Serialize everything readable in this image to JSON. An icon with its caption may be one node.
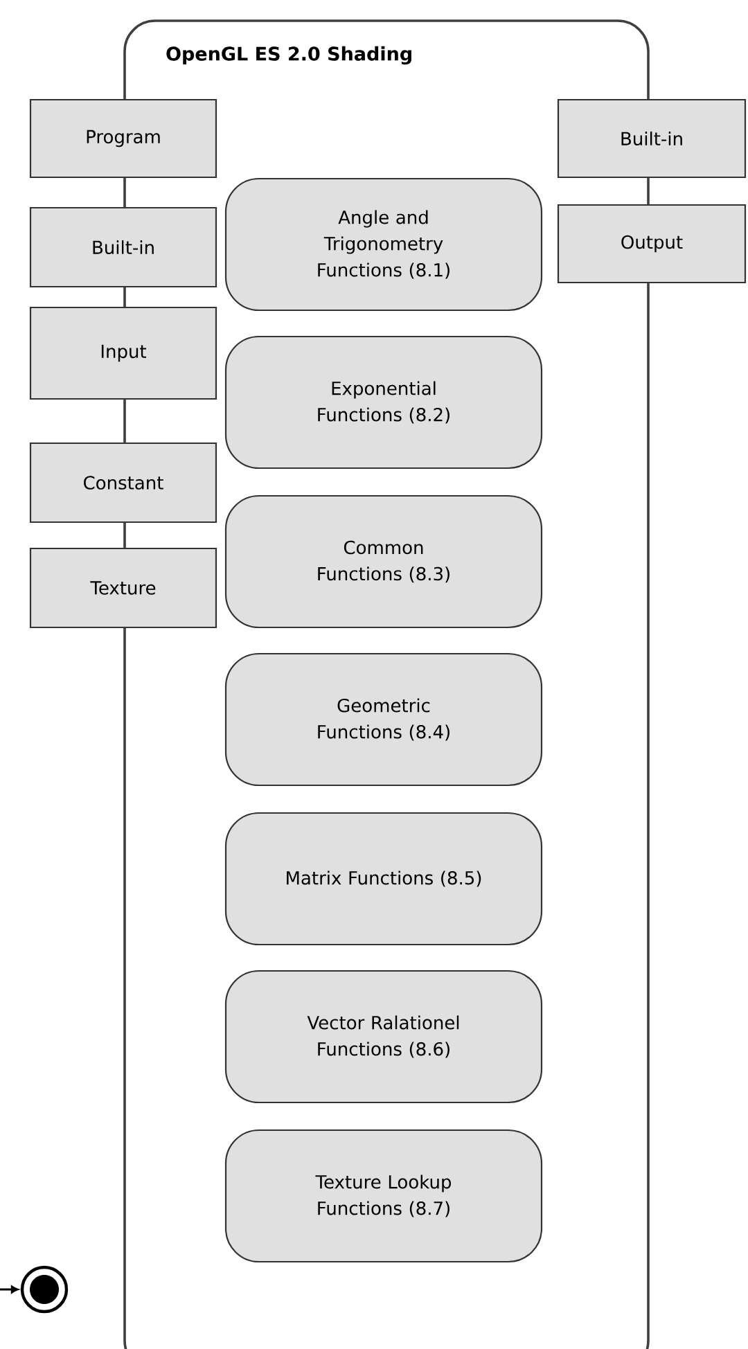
{
  "diagram": {
    "nodes": [
      {
        "text": [
          "OpenGL ES 2.0 Shading"
        ]
      },
      {
        "text": [
          "Program"
        ]
      },
      {
        "text": [
          "Built-in"
        ]
      },
      {
        "text": [
          "Input"
        ]
      },
      {
        "text": [
          "Constant"
        ]
      },
      {
        "text": [
          "Texture"
        ]
      },
      {
        "text": [
          "Built-in"
        ]
      },
      {
        "text": [
          "Output"
        ]
      },
      {
        "text": [
          "Angle and Trigonometry Functions (8.1)"
        ],
        "in": 0
      },
      {
        "text": [
          "Exponential Functions (8.2)"
        ],
        "in": 0
      },
      {
        "text": [
          "Common Functions (8.3)"
        ],
        "in": 0
      },
      {
        "text": [
          "Geometric Functions (8.4)"
        ],
        "in": 0
      },
      {
        "text": [
          "Matrix Functions (8.5)"
        ],
        "in": 0
      },
      {
        "text": [
          "Vector Ralationel Functions (8.6)"
        ],
        "in": 0
      },
      {
        "text": [
          "Texture Lookup Functions (8.7)"
        ],
        "in": 0
      },
      {
        "text": [],
        "shape": "circle"
      }
    ],
    "edges": [
      {
        "from": null,
        "to": 15,
        "arrow": "to"
      }
    ]
  }
}
